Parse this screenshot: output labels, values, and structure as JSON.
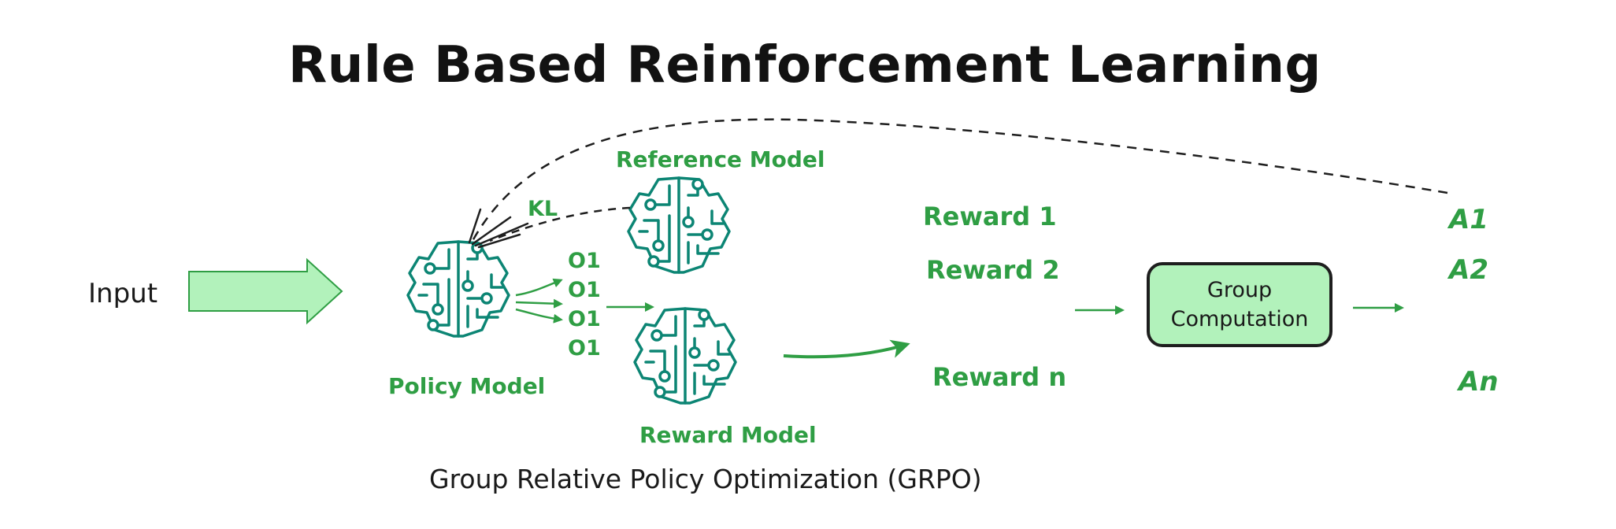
{
  "title": "Rule Based Reinforcement Learning",
  "subtitle": "Group Relative Policy Optimization (GRPO)",
  "input_label": "Input",
  "kl_label": "KL",
  "models": {
    "policy": "Policy Model",
    "reference": "Reference Model",
    "reward": "Reward Model"
  },
  "outputs": [
    "O1",
    "O1",
    "O1",
    "O1"
  ],
  "rewards": [
    "Reward 1",
    "Reward 2",
    "Reward n"
  ],
  "group_box": {
    "line1": "Group",
    "line2": "Computation"
  },
  "advantages": [
    "A1",
    "A2",
    "An"
  ],
  "colors": {
    "green_text": "#2f9e44",
    "brain_stroke": "#0c8574",
    "box_fill": "#b2f2bb",
    "arrow_fill": "#b2f2bb",
    "ink": "#1e1e1e"
  }
}
